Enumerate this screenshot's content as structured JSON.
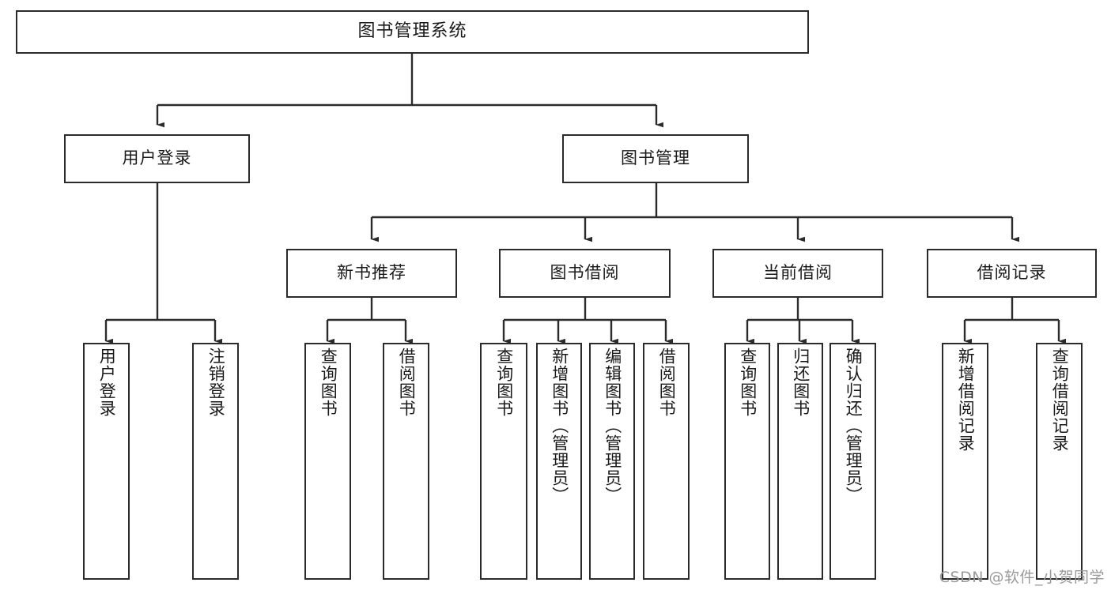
{
  "diagram": {
    "title": "图书管理系统",
    "type": "tree",
    "watermark": "CSDN @软件_小贺同学",
    "colors": {
      "border": "#2b2b2b",
      "background": "#ffffff",
      "text": "#1a1a1a",
      "connector": "#2b2b2b",
      "watermark": "#9a9a9a"
    },
    "nodes": {
      "root": {
        "label": "图书管理系统"
      },
      "level2": [
        {
          "id": "user-login",
          "label": "用户登录"
        },
        {
          "id": "book-management",
          "label": "图书管理"
        }
      ],
      "level3": [
        {
          "id": "new-book-recommend",
          "label": "新书推荐"
        },
        {
          "id": "book-borrow",
          "label": "图书借阅"
        },
        {
          "id": "current-borrow",
          "label": "当前借阅"
        },
        {
          "id": "borrow-record",
          "label": "借阅记录"
        }
      ],
      "leaves": {
        "user-login": [
          {
            "id": "leaf-user-login",
            "label": "用户登录"
          },
          {
            "id": "leaf-logout",
            "label": "注销登录"
          }
        ],
        "new-book-recommend": [
          {
            "id": "leaf-query-book-1",
            "label": "查询图书"
          },
          {
            "id": "leaf-borrow-book-1",
            "label": "借阅图书"
          }
        ],
        "book-borrow": [
          {
            "id": "leaf-query-book-2",
            "label": "查询图书"
          },
          {
            "id": "leaf-add-book",
            "label": "新增图书（管理员）"
          },
          {
            "id": "leaf-edit-book",
            "label": "编辑图书（管理员）"
          },
          {
            "id": "leaf-borrow-book-2",
            "label": "借阅图书"
          }
        ],
        "current-borrow": [
          {
            "id": "leaf-query-book-3",
            "label": "查询图书"
          },
          {
            "id": "leaf-return-book",
            "label": "归还图书"
          },
          {
            "id": "leaf-confirm-return",
            "label": "确认归还（管理员）"
          }
        ],
        "borrow-record": [
          {
            "id": "leaf-add-record",
            "label": "新增借阅记录"
          },
          {
            "id": "leaf-query-record",
            "label": "查询借阅记录"
          }
        ]
      }
    }
  }
}
